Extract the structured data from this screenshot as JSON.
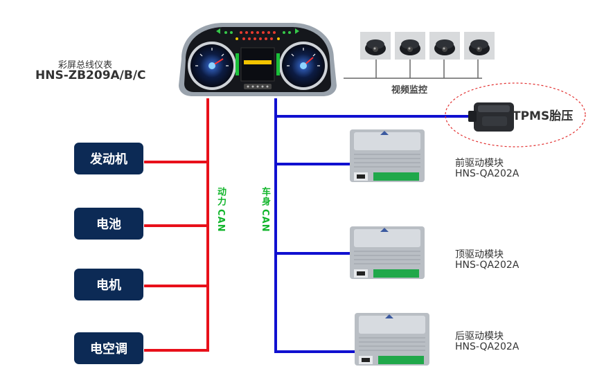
{
  "cluster": {
    "name": "彩屏总线仪表",
    "model": "HNS-ZB209A/B/C"
  },
  "video": {
    "label": "视频监控",
    "camera_count": 4
  },
  "tpms": {
    "label": "TPMS胎压"
  },
  "power_can": {
    "label_cn": "动力",
    "label_en": "CAN",
    "nodes": [
      "发动机",
      "电池",
      "电机",
      "电空调"
    ]
  },
  "body_can": {
    "label_cn": "车身",
    "label_en": "CAN"
  },
  "modules": [
    {
      "name": "前驱动模块",
      "model": "HNS-QA202A"
    },
    {
      "name": "顶驱动模块",
      "model": "HNS-QA202A"
    },
    {
      "name": "后驱动模块",
      "model": "HNS-QA202A"
    }
  ],
  "colors": {
    "power_line": "#e8101a",
    "body_line": "#1010d0",
    "node_box": "#0c2a55",
    "can_label": "#11b52b",
    "tpms_circle": "#e23030"
  }
}
